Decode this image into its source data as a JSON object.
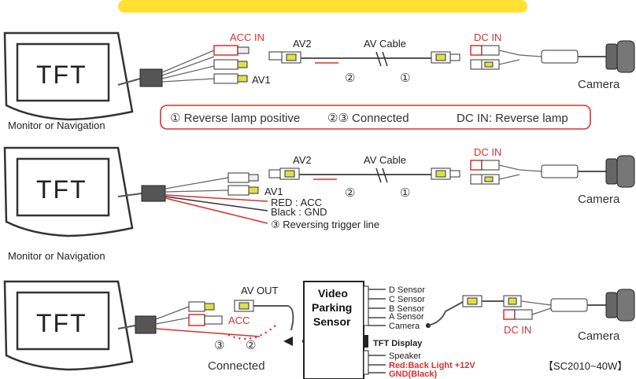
{
  "colors": {
    "accent_red": "#d83030",
    "yellow_bar": "#ffe033",
    "ink": "#222222"
  },
  "section1": {
    "monitor_label": "TFT",
    "acc_in": "ACC IN",
    "av2": "AV2",
    "av_cable": "AV Cable",
    "av1": "AV1",
    "marker_2": "②",
    "marker_1": "①",
    "dc_in": "DC IN",
    "camera": "Camera",
    "caption": "Monitor or Navigation",
    "legend": {
      "item1": "① Reverse lamp positive",
      "item2": "②③ Connected",
      "item3": "DC IN: Reverse lamp"
    }
  },
  "section2": {
    "monitor_label": "TFT",
    "av2": "AV2",
    "av_cable": "AV Cable",
    "av1": "AV1",
    "marker_2": "②",
    "marker_1": "①",
    "dc_in": "DC IN",
    "camera": "Camera",
    "red_acc": "RED : ACC",
    "black_gnd": "Black : GND",
    "trigger": "③  Reversing trigger line",
    "caption": "Monitor or Navigation"
  },
  "section3": {
    "monitor_label": "TFT",
    "av_out": "AV OUT",
    "acc": "ACC",
    "marker_3": "③",
    "marker_2": "②",
    "connected": "Connected",
    "box_line1": "Video",
    "box_line2": "Parking",
    "box_line3": "Sensor",
    "sensors": [
      "D  Sensor",
      "C  Sensor",
      "B  Sensor",
      "A  Sensor",
      "Camera"
    ],
    "tft_display": "TFT Display",
    "speaker": "Speaker",
    "back_light": "Red:Back Light  +12V",
    "gnd": "GND(Black)",
    "dc_in": "DC IN",
    "camera": "Camera",
    "model": "【SC2010~40W】"
  }
}
